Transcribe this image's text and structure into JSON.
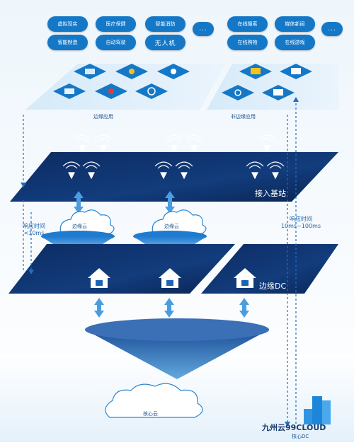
{
  "top_apps_left": [
    "虚拟现实",
    "医疗保健",
    "智能消防",
    "智能制造",
    "自动驾驶",
    "无人机",
    "..."
  ],
  "top_apps_right": [
    "在线搜索",
    "媒体新闻",
    "在线购物",
    "在线游戏",
    "..."
  ],
  "layer_labels": {
    "edge_apps": "边缘应用",
    "non_edge_apps": "非边缘应用",
    "access_station": "接入基站",
    "edge_cloud": "边缘云",
    "edge_dc": "边缘DC",
    "core_cloud": "核心云",
    "core_dc": "核心DC"
  },
  "latency": {
    "left_title": "响应时间",
    "left_value": "<10ms",
    "right_title": "响应时间",
    "right_value": "10ms~100ms"
  },
  "watermark": "九州云99CLOUD",
  "colors": {
    "navy": "#0f2f64",
    "blue": "#1578c7",
    "light": "#cfe6f8"
  }
}
